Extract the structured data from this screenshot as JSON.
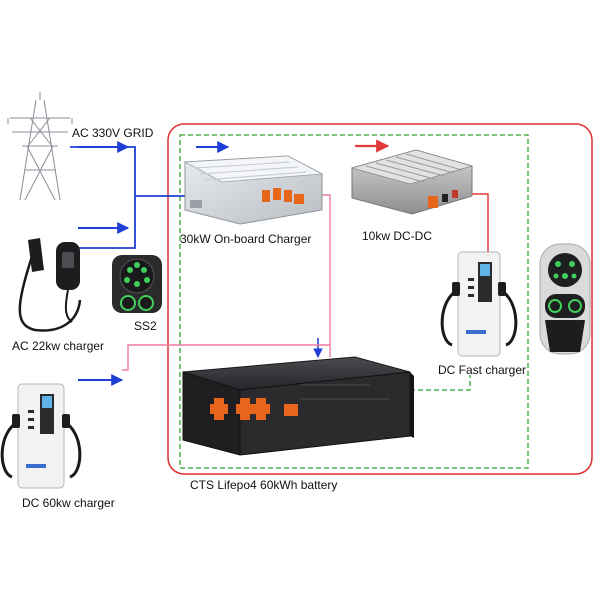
{
  "labels": {
    "grid": "AC 330V GRID",
    "onboard_charger": "30kW On-board Charger",
    "dcdc": "10kw DC-DC",
    "ac_charger": "AC 22kw charger",
    "ss2": "SS2",
    "dc_fast": "DC Fast charger",
    "dc60": "DC 60kw charger",
    "battery": "CTS Lifepo4 60kWh battery"
  },
  "colors": {
    "ac_line": "#1f3fd6",
    "dc_line": "#e23a3a",
    "pink_line": "#ef7aa0",
    "green_dash": "#2fa82f",
    "outer_box": "#e03030",
    "orange": "#e8661c",
    "battery_body": "#2b2b2e",
    "charger_white": "#f2f2f2"
  },
  "icons": [
    "pylon-icon",
    "ac-plug-icon",
    "ss2-socket-icon",
    "ccs-connector-icon"
  ]
}
